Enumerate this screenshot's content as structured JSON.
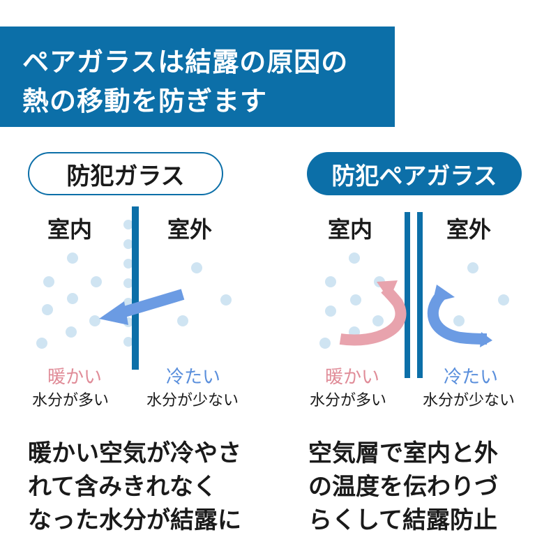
{
  "header": {
    "line1": "ペアガラスは結露の原因の",
    "line2": "熱の移動を防ぎます"
  },
  "left_panel": {
    "title": "防犯ガラス",
    "indoor": "室内",
    "outdoor": "室外",
    "warm": "暖かい",
    "warm_sub": "水分が多い",
    "cold": "冷たい",
    "cold_sub": "水分が少ない",
    "caption": [
      "暖かい空気が冷やさ",
      "れて含みきれなく",
      "なった水分が結露に"
    ]
  },
  "right_panel": {
    "title": "防犯ペアガラス",
    "indoor": "室内",
    "outdoor": "室外",
    "warm": "暖かい",
    "warm_sub": "水分が多い",
    "cold": "冷たい",
    "cold_sub": "水分が少ない",
    "caption": [
      "空気層で室内と外",
      "の温度を伝わりづ",
      "らくして結露防止"
    ]
  },
  "colors": {
    "brand_blue": "#0c6fa8",
    "dot": "#cfe4f2",
    "warm": "#e08c98",
    "cold": "#5a8fdc"
  }
}
